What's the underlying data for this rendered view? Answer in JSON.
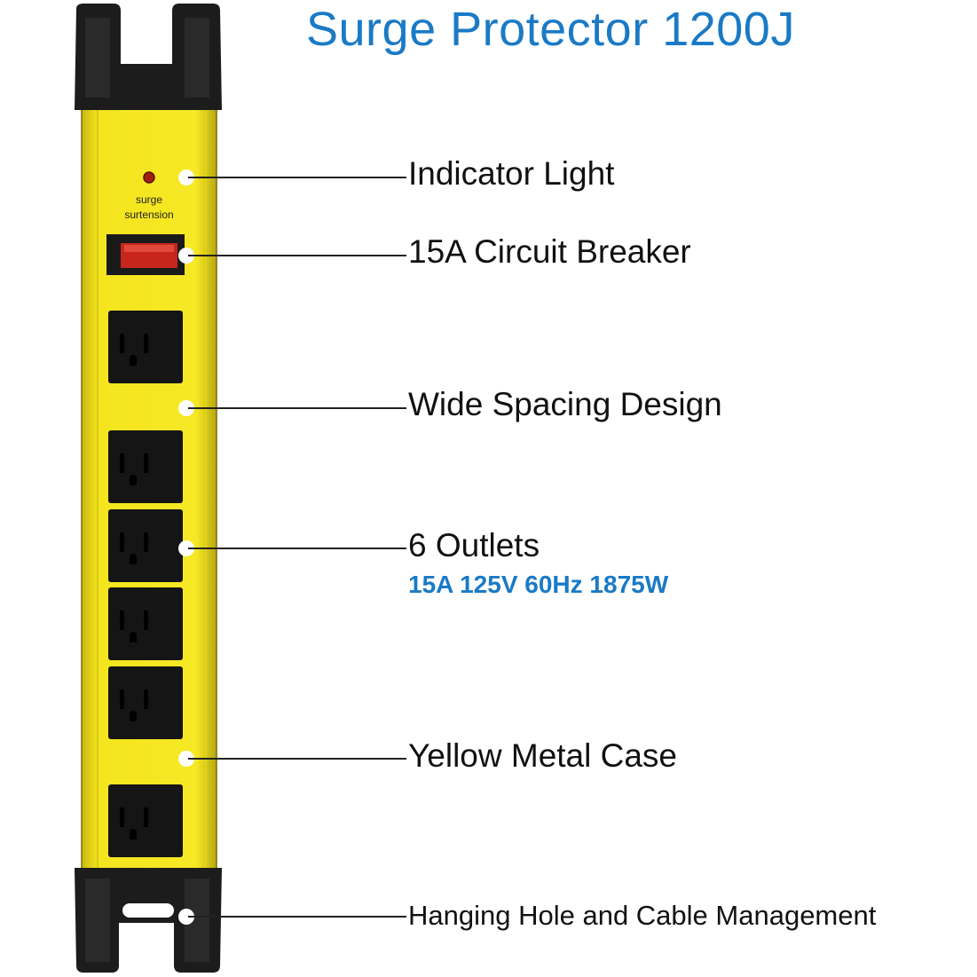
{
  "title": "Surge Protector 1200J",
  "device": {
    "indicator_text": "surge\nsurtension"
  },
  "callouts": {
    "indicator_light": "Indicator Light",
    "circuit_breaker": "15A Circuit Breaker",
    "wide_spacing": "Wide Spacing Design",
    "outlets": "6 Outlets",
    "outlets_spec": "15A 125V 60Hz 1875W",
    "metal_case": "Yellow Metal Case",
    "hanging_hole": "Hanging Hole and Cable Management"
  },
  "colors": {
    "title_blue": "#1a7ac6",
    "case_yellow": "#f2e21a",
    "cap_black": "#1c1c1c",
    "breaker_red": "#c8261d"
  },
  "outlet_count": 6
}
